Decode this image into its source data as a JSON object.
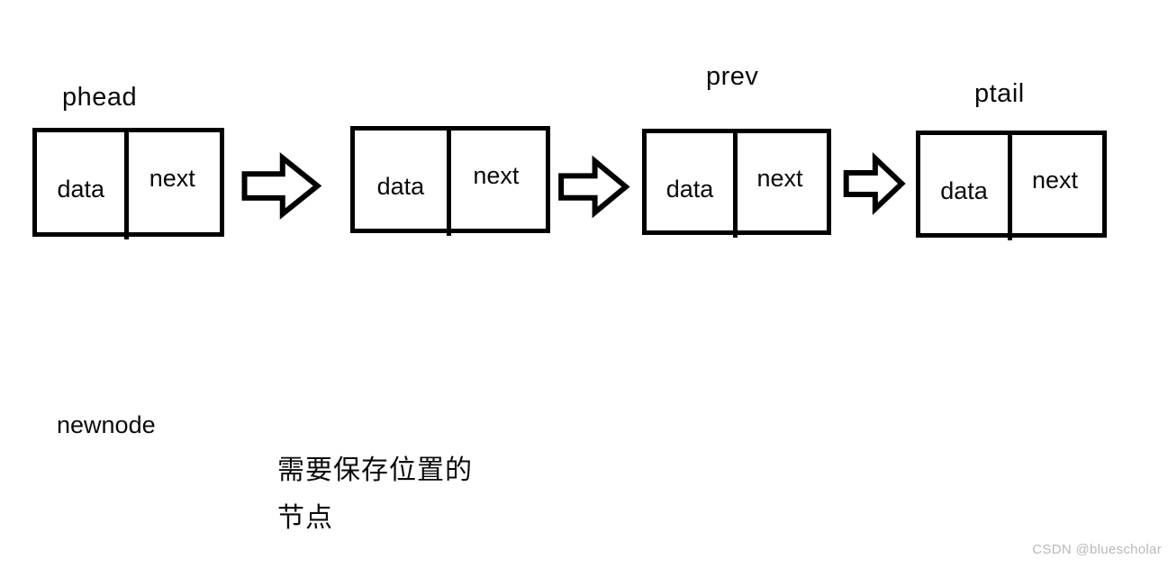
{
  "diagram": {
    "nodes": [
      {
        "pointer_label": "phead",
        "data_cell": "data",
        "next_cell": "next"
      },
      {
        "pointer_label": "",
        "data_cell": "data",
        "next_cell": "next"
      },
      {
        "pointer_label": "prev",
        "data_cell": "data",
        "next_cell": "next"
      },
      {
        "pointer_label": "ptail",
        "data_cell": "data",
        "next_cell": "next"
      }
    ],
    "annotations": {
      "newnode_label": "newnode",
      "note_line1": "需要保存位置的",
      "note_line2": "节点"
    },
    "watermark": "CSDN @bluescholar",
    "colors": {
      "line": "#000000",
      "background": "#ffffff",
      "watermark": "#b9b9b9"
    }
  }
}
